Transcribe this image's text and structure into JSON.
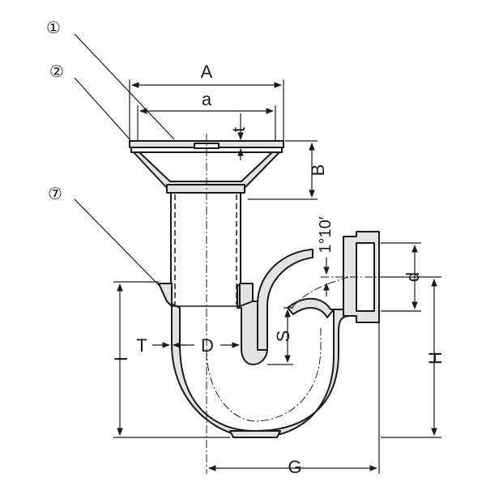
{
  "diagram": {
    "callouts": [
      "①",
      "②",
      "⑦"
    ],
    "dimensions": {
      "A": "A",
      "a": "a",
      "t": "t",
      "B": "B",
      "angle": "1°10′",
      "d": "d",
      "H": "H",
      "S": "S",
      "T": "T",
      "D": "D",
      "I": "I",
      "G": "G"
    },
    "colors": {
      "body_fill": "#e3e3e3",
      "outline": "#1a1a1a"
    }
  }
}
